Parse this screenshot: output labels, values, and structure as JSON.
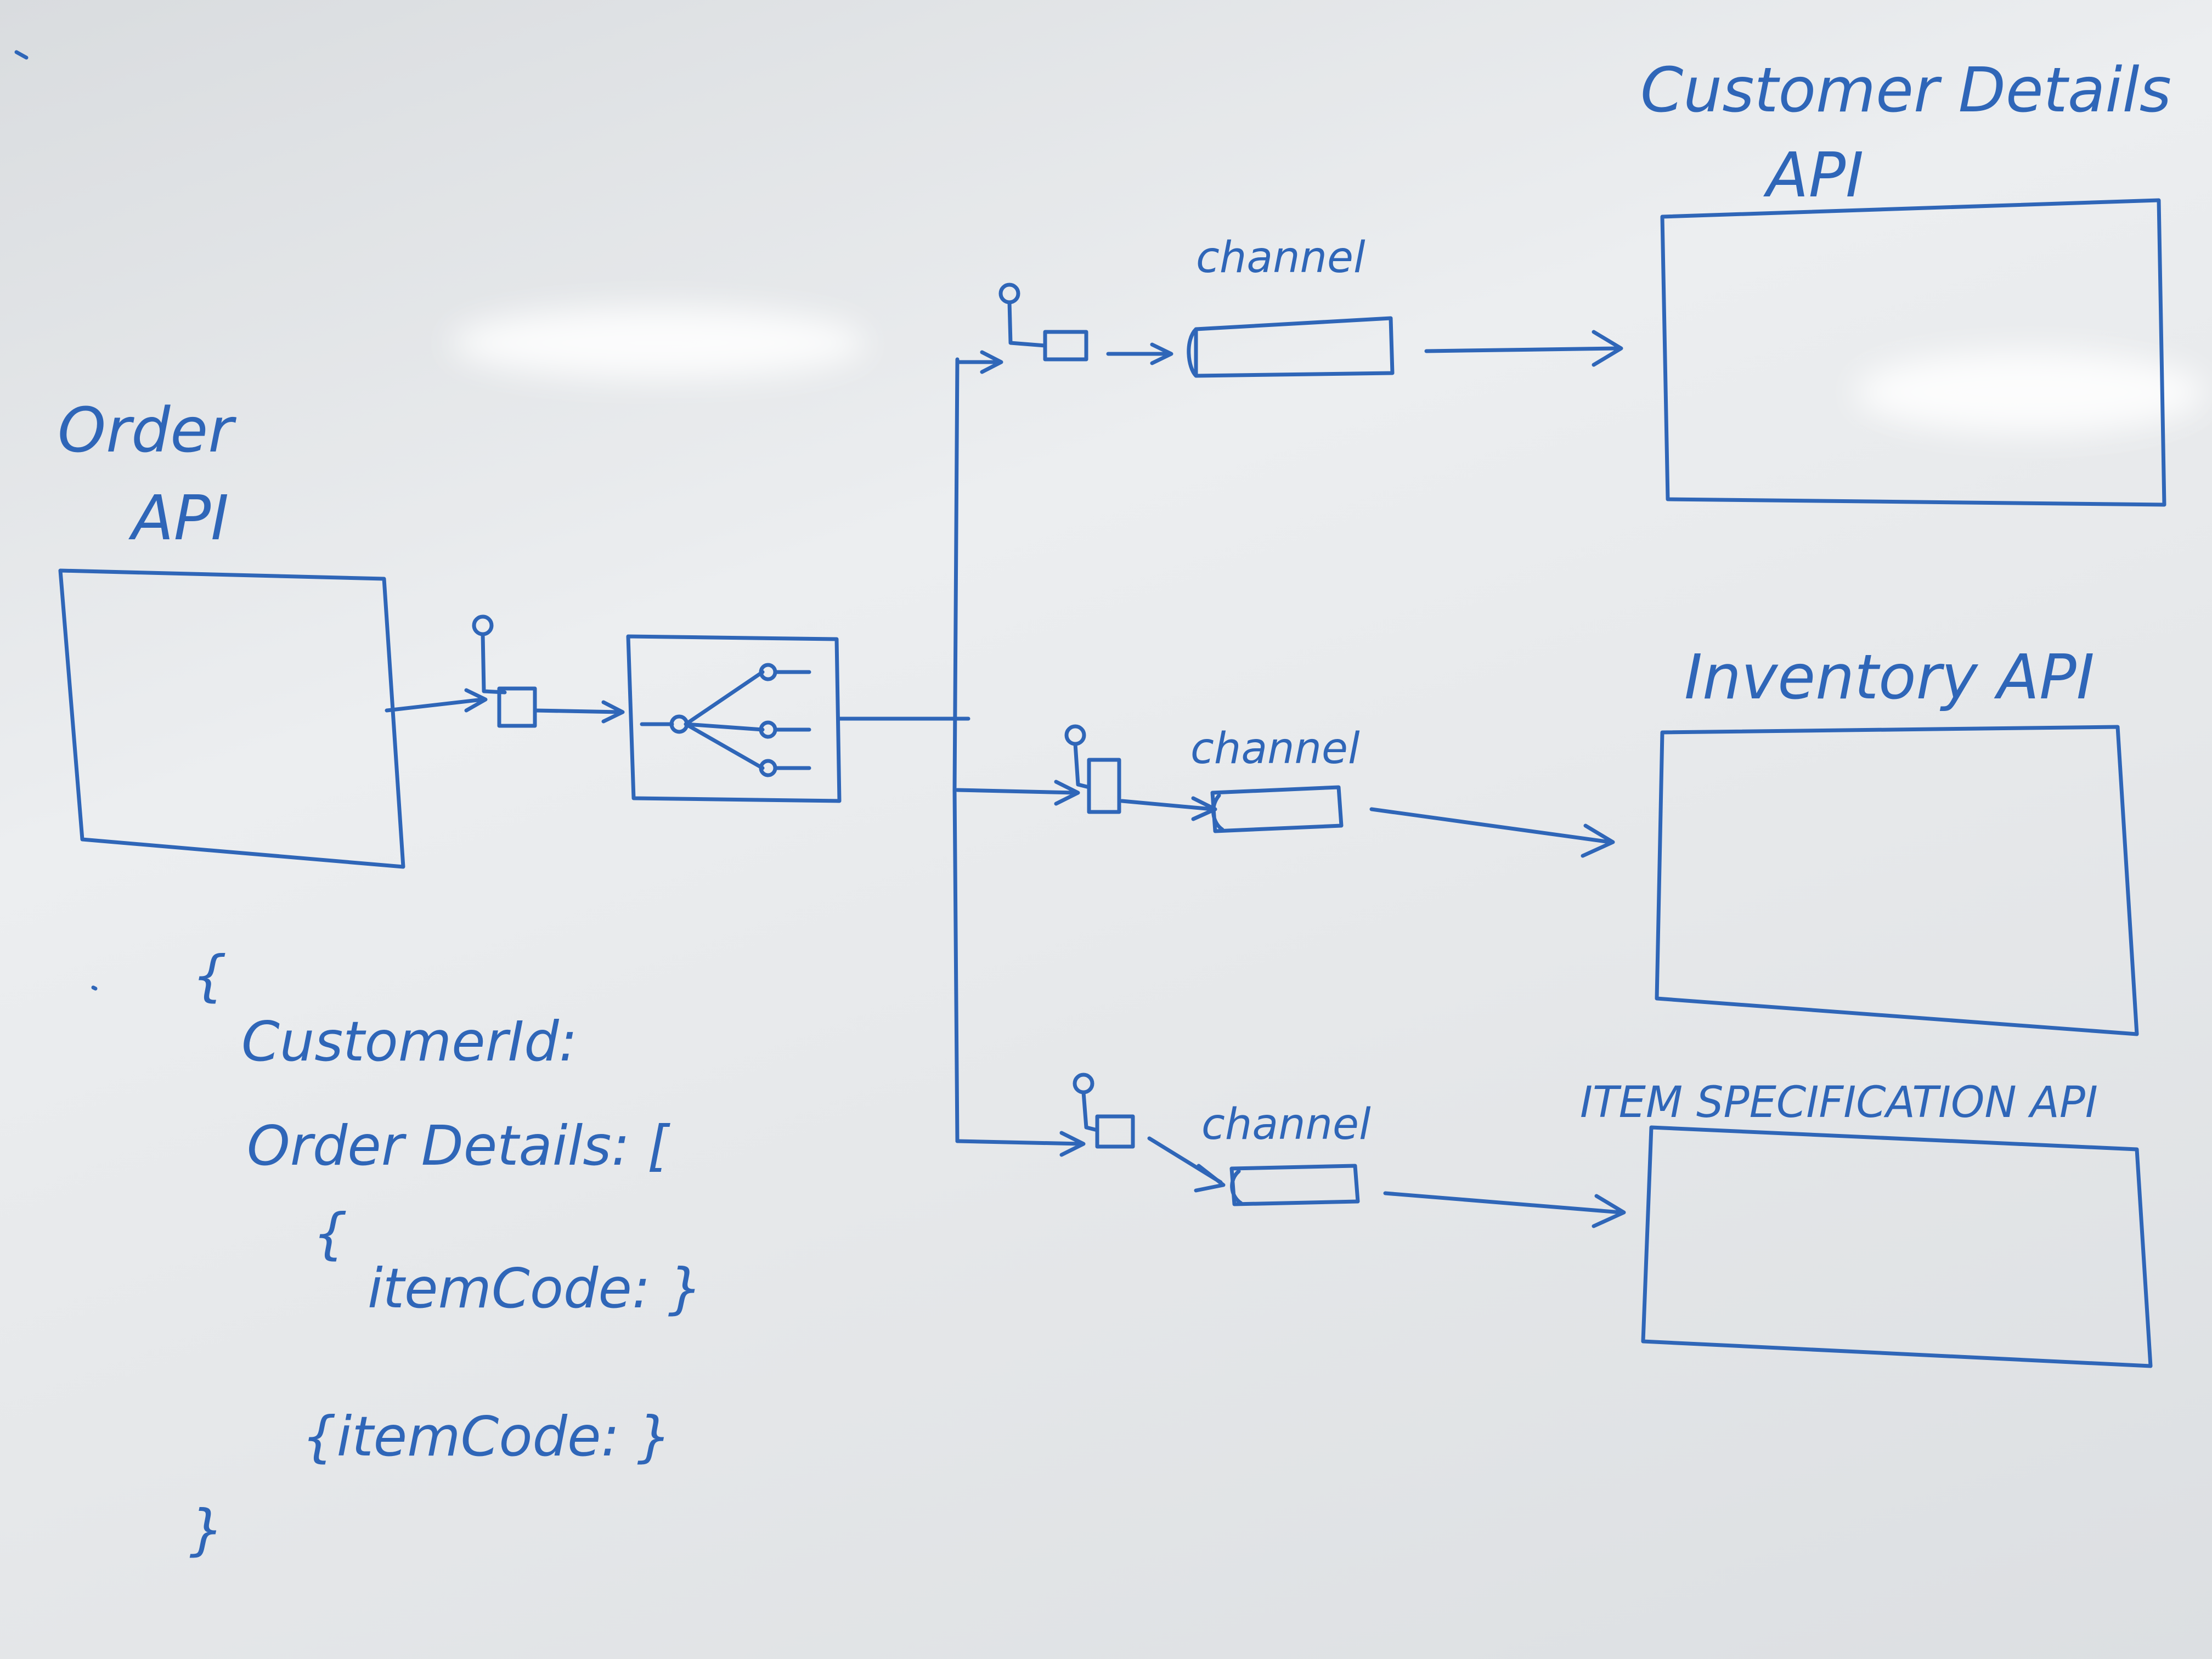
{
  "order_api": {
    "label_line1": "Order",
    "label_line2": "API"
  },
  "customer_api": {
    "label_line1": "Customer Details",
    "label_line2": "API"
  },
  "inventory_api": {
    "label": "Inventory API"
  },
  "item_spec_api": {
    "label": "ITEM SPECIFICATION API"
  },
  "channels": [
    "channel",
    "channel",
    "channel"
  ],
  "payload": {
    "open_brace": "{",
    "customer_id": "CustomerId:",
    "order_details": "Order Details: [",
    "inner_brace": "{",
    "item_code_1": "itemCode: }",
    "item_code_2": "{itemCode: }",
    "close_brace": "}"
  },
  "ink_color": "#2f66b8"
}
